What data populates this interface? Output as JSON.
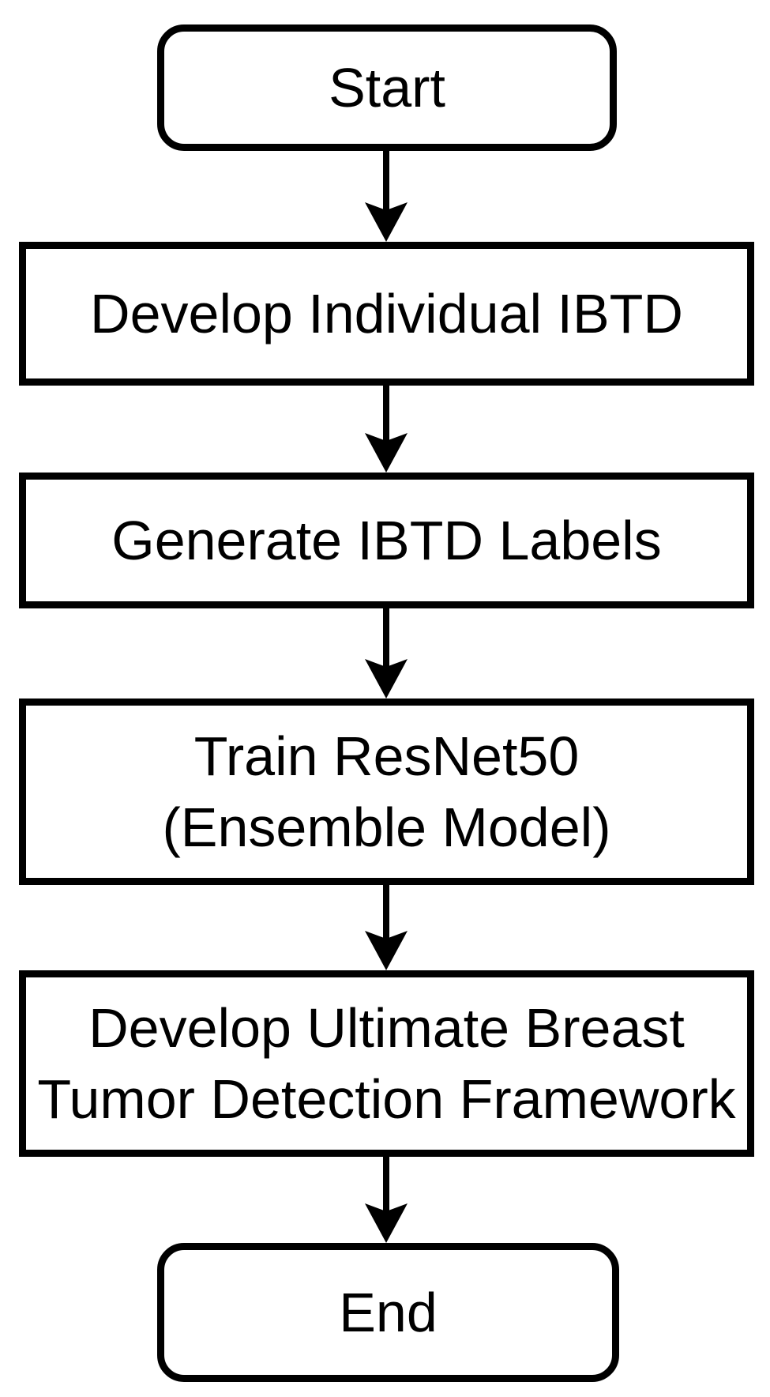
{
  "flowchart": {
    "background_color": "#ffffff",
    "stroke_color": "#000000",
    "text_color": "#000000",
    "nodes": [
      {
        "id": "start",
        "shape": "terminator",
        "label": "Start"
      },
      {
        "id": "develop-individual-ibtd",
        "shape": "process",
        "label": "Develop Individual IBTD"
      },
      {
        "id": "generate-ibtd-labels",
        "shape": "process",
        "label": "Generate IBTD Labels"
      },
      {
        "id": "train-resnet50",
        "shape": "process",
        "label": "Train ResNet50\n(Ensemble Model)"
      },
      {
        "id": "develop-ultimate-framework",
        "shape": "process",
        "label": "Develop Ultimate Breast\nTumor Detection Framework"
      },
      {
        "id": "end",
        "shape": "terminator",
        "label": "End"
      }
    ],
    "edges": [
      {
        "from": "start",
        "to": "develop-individual-ibtd"
      },
      {
        "from": "develop-individual-ibtd",
        "to": "generate-ibtd-labels"
      },
      {
        "from": "generate-ibtd-labels",
        "to": "train-resnet50"
      },
      {
        "from": "train-resnet50",
        "to": "develop-ultimate-framework"
      },
      {
        "from": "develop-ultimate-framework",
        "to": "end"
      }
    ]
  }
}
